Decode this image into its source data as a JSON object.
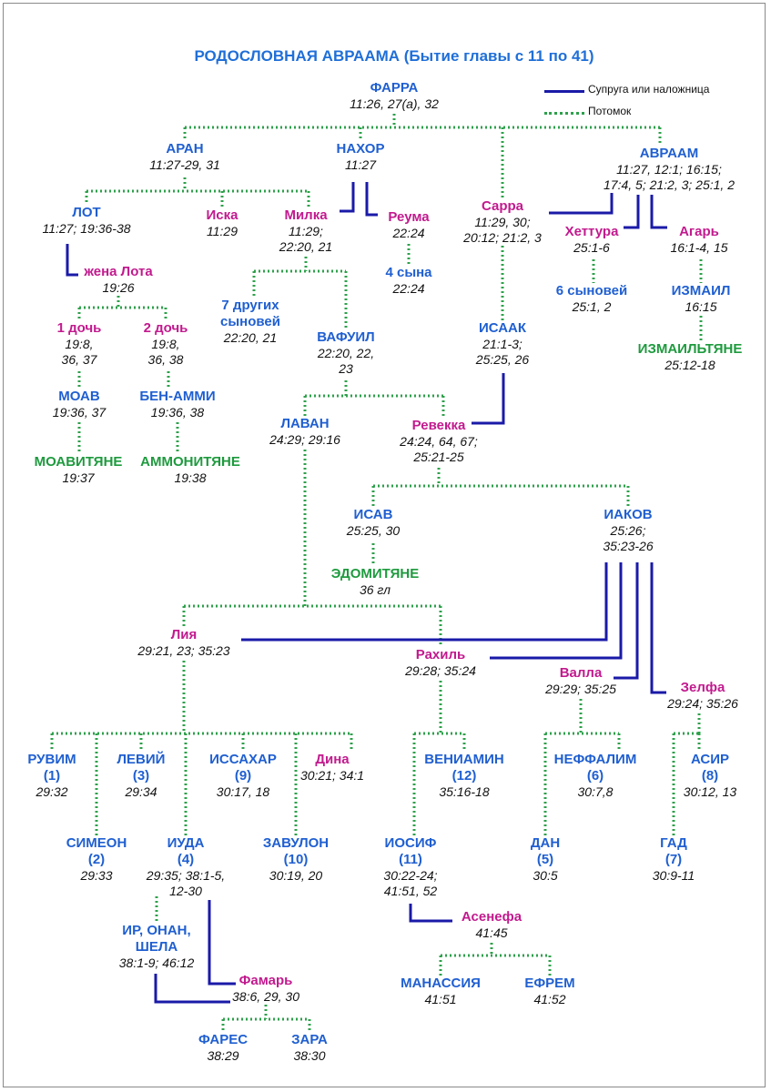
{
  "title": "РОДОСЛОВНАЯ АВРААМА (Бытие главы с 11 по 41)",
  "legend": {
    "spouse": "Супруга или наложница",
    "descendant": "Потомок"
  },
  "colors": {
    "male": "#1f5fd1",
    "female": "#c21a8e",
    "nation": "#1e9a3e",
    "spouse_line": "#1a1aa8",
    "descendant_line": "#2ea04b"
  },
  "nodes": {
    "farra": {
      "name": "ФАРРА",
      "ref": [
        "11:26, 27(а), 32"
      ]
    },
    "aran": {
      "name": "АРАН",
      "ref": [
        "11:27-29, 31"
      ]
    },
    "nahor": {
      "name": "НАХОР",
      "ref": [
        "11:27"
      ]
    },
    "avraam": {
      "name": "АВРААМ",
      "ref": [
        "11:27, 12:1; 16:15;",
        "17:4, 5; 21:2, 3; 25:1, 2"
      ]
    },
    "lot": {
      "name": "ЛОТ",
      "ref": [
        "11:27; 19:36-38"
      ]
    },
    "iska": {
      "name": "Иска",
      "ref": [
        "11:29"
      ]
    },
    "milka": {
      "name": "Милка",
      "ref": [
        "11:29;",
        "22:20, 21"
      ]
    },
    "reuma": {
      "name": "Реума",
      "ref": [
        "22:24"
      ]
    },
    "sarra": {
      "name": "Сарра",
      "ref": [
        "11:29, 30;",
        "20:12; 21:2, 3"
      ]
    },
    "hettura": {
      "name": "Хеттура",
      "ref": [
        "25:1-6"
      ]
    },
    "agar": {
      "name": "Агарь",
      "ref": [
        "16:1-4, 15"
      ]
    },
    "zhena_lota": {
      "name": "жена Лота",
      "ref": [
        "19:26"
      ]
    },
    "four_sons": {
      "name": "4 сына",
      "ref": [
        "22:24"
      ]
    },
    "seven_sons": {
      "name": [
        "7 других",
        "сыновей"
      ],
      "ref": [
        "22:20, 21"
      ]
    },
    "vafuil": {
      "name": "ВАФУИЛ",
      "ref": [
        "22:20, 22,",
        "23"
      ]
    },
    "six_sons": {
      "name": "6 сыновей",
      "ref": [
        "25:1, 2"
      ]
    },
    "izmail": {
      "name": "ИЗМАИЛ",
      "ref": [
        "16:15"
      ]
    },
    "izmailtyane": {
      "name": "ИЗМАИЛЬТЯНЕ",
      "ref": [
        "25:12-18"
      ]
    },
    "doch1": {
      "name": "1 дочь",
      "ref": [
        "19:8,",
        "36, 37"
      ]
    },
    "doch2": {
      "name": "2 дочь",
      "ref": [
        "19:8,",
        "36, 38"
      ]
    },
    "isaak": {
      "name": "ИСААК",
      "ref": [
        "21:1-3;",
        "25:25, 26"
      ]
    },
    "moav": {
      "name": "МОАВ",
      "ref": [
        "19:36, 37"
      ]
    },
    "ben_ammi": {
      "name": "БЕН-АММИ",
      "ref": [
        "19:36, 38"
      ]
    },
    "laban": {
      "name": "ЛАВАН",
      "ref": [
        "24:29; 29:16"
      ]
    },
    "revekka": {
      "name": "Ревекка",
      "ref": [
        "24:24, 64, 67;",
        "25:21-25"
      ]
    },
    "moavityane": {
      "name": "МОАВИТЯНЕ",
      "ref": [
        "19:37"
      ]
    },
    "ammonityane": {
      "name": "АММОНИТЯНЕ",
      "ref": [
        "19:38"
      ]
    },
    "isav": {
      "name": "ИСАВ",
      "ref": [
        "25:25, 30"
      ]
    },
    "iakov": {
      "name": "ИАКОВ",
      "ref": [
        "25:26;",
        "35:23-26"
      ]
    },
    "edomityane": {
      "name": "ЭДОМИТЯНЕ",
      "ref": [
        "36 гл"
      ]
    },
    "liya": {
      "name": "Лия",
      "ref": [
        "29:21, 23; 35:23"
      ]
    },
    "rahil": {
      "name": "Рахиль",
      "ref": [
        "29:28; 35:24"
      ]
    },
    "valla": {
      "name": "Валла",
      "ref": [
        "29:29; 35:25"
      ]
    },
    "zelfa": {
      "name": "Зелфа",
      "ref": [
        "29:24; 35:26"
      ]
    },
    "ruvim": {
      "name": [
        "РУВИМ",
        "(1)"
      ],
      "ref": [
        "29:32"
      ]
    },
    "leviy": {
      "name": [
        "ЛЕВИЙ",
        "(3)"
      ],
      "ref": [
        "29:34"
      ]
    },
    "issahar": {
      "name": [
        "ИССАХАР",
        "(9)"
      ],
      "ref": [
        "30:17, 18"
      ]
    },
    "dina": {
      "name": "Дина",
      "ref": [
        "30:21; 34:1"
      ]
    },
    "veniamin": {
      "name": [
        "ВЕНИАМИН",
        "(12)"
      ],
      "ref": [
        "35:16-18"
      ]
    },
    "neffalim": {
      "name": [
        "НЕФФАЛИМ",
        "(6)"
      ],
      "ref": [
        "30:7,8"
      ]
    },
    "asir": {
      "name": [
        "АСИР",
        "(8)"
      ],
      "ref": [
        "30:12, 13"
      ]
    },
    "simeon": {
      "name": [
        "СИМЕОН",
        "(2)"
      ],
      "ref": [
        "29:33"
      ]
    },
    "iuda": {
      "name": [
        "ИУДА",
        "(4)"
      ],
      "ref": [
        "29:35; 38:1-5,",
        "12-30"
      ]
    },
    "zavulon": {
      "name": [
        "ЗАВУЛОН",
        "(10)"
      ],
      "ref": [
        "30:19, 20"
      ]
    },
    "iosif": {
      "name": [
        "ИОСИФ",
        "(11)"
      ],
      "ref": [
        "30:22-24;",
        "41:51, 52"
      ]
    },
    "dan": {
      "name": [
        "ДАН",
        "(5)"
      ],
      "ref": [
        "30:5"
      ]
    },
    "gad": {
      "name": [
        "ГАД",
        "(7)"
      ],
      "ref": [
        "30:9-11"
      ]
    },
    "ir_onan_shela": {
      "name": [
        "ИР, ОНАН,",
        "ШЕЛА"
      ],
      "ref": [
        "38:1-9; 46:12"
      ]
    },
    "asenefa": {
      "name": "Асенефа",
      "ref": [
        "41:45"
      ]
    },
    "famar": {
      "name": "Фамарь",
      "ref": [
        "38:6, 29, 30"
      ]
    },
    "manassiya": {
      "name": "МАНАССИЯ",
      "ref": [
        "41:51"
      ]
    },
    "efrem": {
      "name": "ЕФРЕМ",
      "ref": [
        "41:52"
      ]
    },
    "fares": {
      "name": "ФАРЕС",
      "ref": [
        "38:29"
      ]
    },
    "zara": {
      "name": "ЗАРА",
      "ref": [
        "38:30"
      ]
    }
  }
}
